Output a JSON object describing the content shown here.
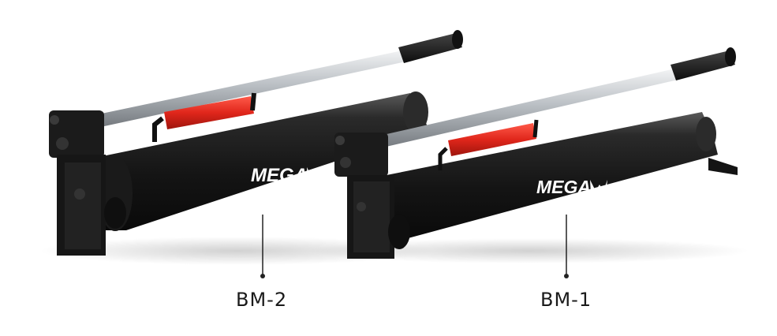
{
  "products": [
    {
      "model_label": "BM-2",
      "brand_text": "MEGA"
    },
    {
      "model_label": "BM-1",
      "brand_text": "MEGA"
    }
  ],
  "colors": {
    "background": "#ffffff",
    "body": "#1c1c1c",
    "handle_grip": "#e0261b",
    "lever_chrome": "#c8ccd0",
    "caption_text": "#1a1a1a",
    "brand_text": "#ffffff"
  },
  "icons": [
    "mega-logo-icon"
  ]
}
